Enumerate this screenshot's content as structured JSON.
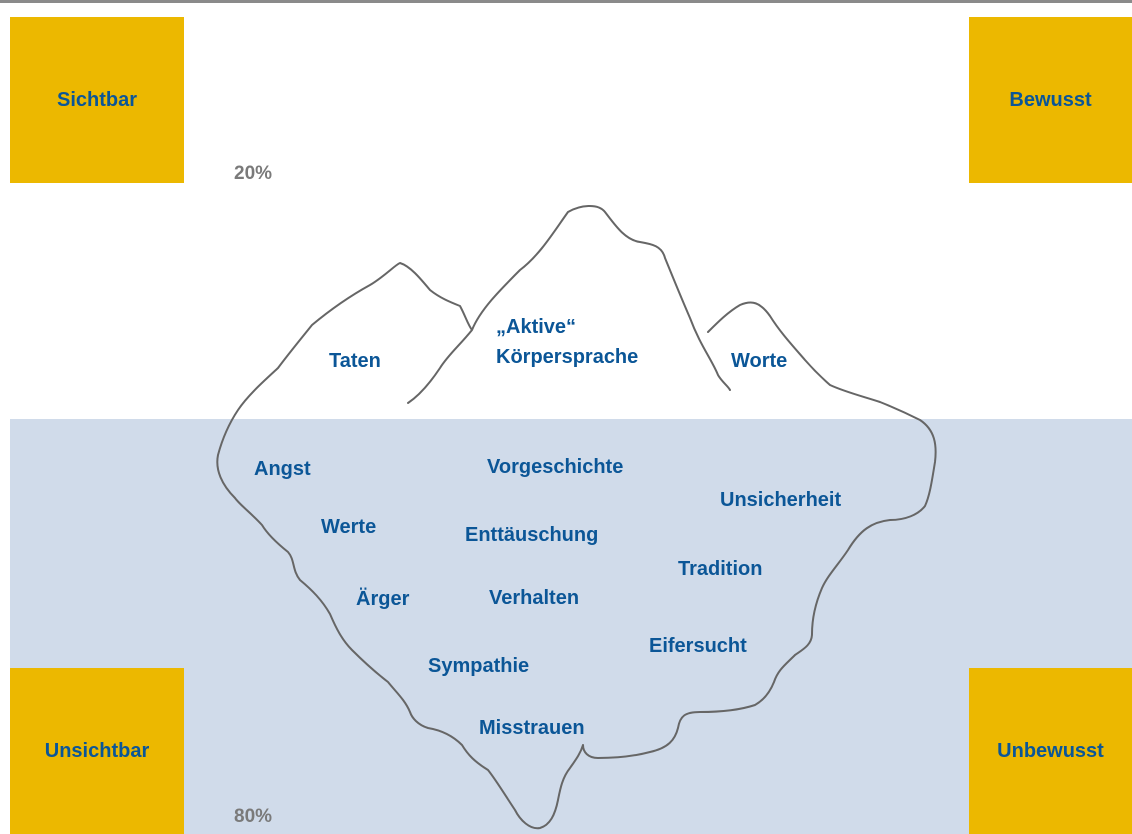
{
  "corners": {
    "top_left": "Sichtbar",
    "top_right": "Bewusst",
    "bottom_left": "Unsichtbar",
    "bottom_right": "Unbewusst"
  },
  "percentages": {
    "top": "20%",
    "bottom": "80%"
  },
  "above_water": {
    "left_peak": "Taten",
    "middle_peak_line1": "„Aktive“",
    "middle_peak_line2": "Körpersprache",
    "right_peak": "Worte"
  },
  "below_water": {
    "angst": "Angst",
    "vorgeschichte": "Vorgeschichte",
    "unsicherheit": "Unsicherheit",
    "werte": "Werte",
    "enttaeuschung": "Enttäuschung",
    "tradition": "Tradition",
    "aerger": "Ärger",
    "verhalten": "Verhalten",
    "eifersucht": "Eifersucht",
    "sympathie": "Sympathie",
    "misstrauen": "Misstrauen"
  },
  "colors": {
    "accent_box": "#ecb800",
    "water": "#d0dbea",
    "label_text": "#0b5697",
    "percent_text": "#7a7a7a",
    "outline": "#666666"
  }
}
